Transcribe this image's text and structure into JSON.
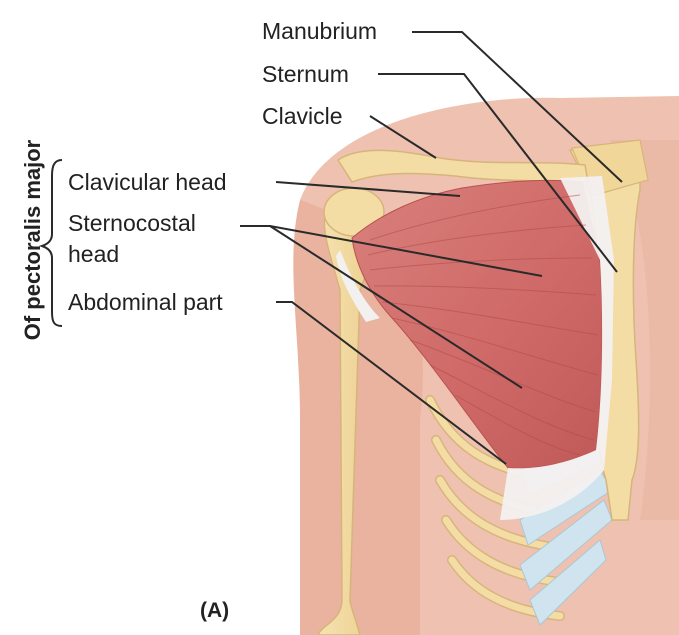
{
  "labels": {
    "manubrium": "Manubrium",
    "sternum": "Sternum",
    "clavicle": "Clavicle",
    "clavicular_head": "Clavicular head",
    "sternocostal_head_line1": "Sternocostal",
    "sternocostal_head_line2": "head",
    "abdominal_part": "Abdominal part"
  },
  "group_title": "Of pectoralis major",
  "panel_letter": "(A)",
  "colors": {
    "skin": "#efc1b0",
    "skin_shadow": "#e4ab98",
    "bone": "#f4dca5",
    "bone_edge": "#d6b57a",
    "cartilage": "#cfe4ee",
    "muscle": "#cf6a68",
    "muscle_dark": "#b9514f",
    "tendon": "#f3f0f0",
    "leader": "#2a2a2a"
  }
}
